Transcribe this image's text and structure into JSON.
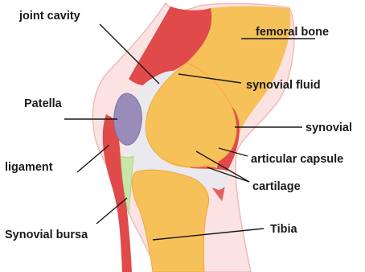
{
  "labels": {
    "joint_cavity": "joint cavity",
    "femoral_bone": "femoral bone",
    "synovial_fluid": "synovial fluid",
    "patella": "Patella",
    "synovial": "synovial",
    "ligament": "ligament",
    "articular_capsule": "articular capsule",
    "cartilage": "cartilage",
    "synovial_bursa": "Synovial bursa",
    "tibia": "Tibia"
  },
  "colors": {
    "skin": "#fbe3e3",
    "skin_outline": "#f2b9b9",
    "muscle": "#e04a4a",
    "bone": "#f7c15a",
    "bone_edge": "#f0a73e",
    "cavity": "#e9e9ee",
    "patella": "#9a8cb8",
    "bursa": "#c8e6a8",
    "text": "#1a1a1a"
  }
}
